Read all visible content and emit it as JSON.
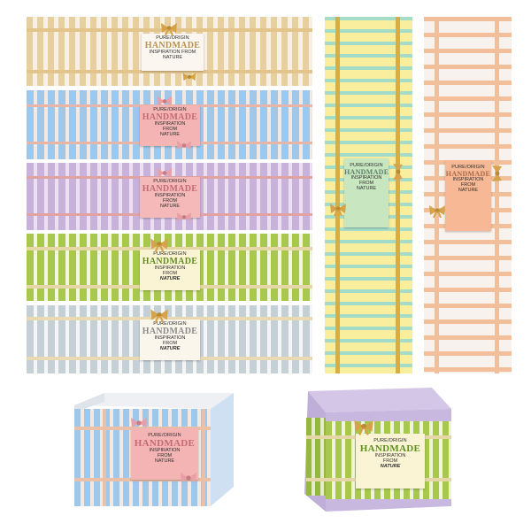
{
  "labels": {
    "brand": "PURE/ORIGIN",
    "title": "HANDMADE",
    "line1": "INSPIRATION",
    "line2": "FROM",
    "line3": "NATURE",
    "line_inline": "INSPIRATION FROM"
  },
  "colors": {
    "tan": "#e7cfa2",
    "tan_bg": "#f6ecda",
    "blue": "#9ec7ec",
    "blue_bg": "#f1e7df",
    "pink_label": "#f4b8b8",
    "purple": "#c9b2db",
    "purple_bg": "#e9dcef",
    "green": "#a9c94e",
    "green_bg": "#edf3cf",
    "grey": "#c6d0d6",
    "grey_bg": "#eef1f2",
    "yellow": "#f8ec9e",
    "mint": "#a7dfca",
    "peach": "#f4c09c",
    "peach_bg": "#f8f1ec",
    "gold": "#d9ad3f",
    "bow": "#d6a34a",
    "bow_pink": "#e8a0a6",
    "soap": "#c7b6df"
  }
}
